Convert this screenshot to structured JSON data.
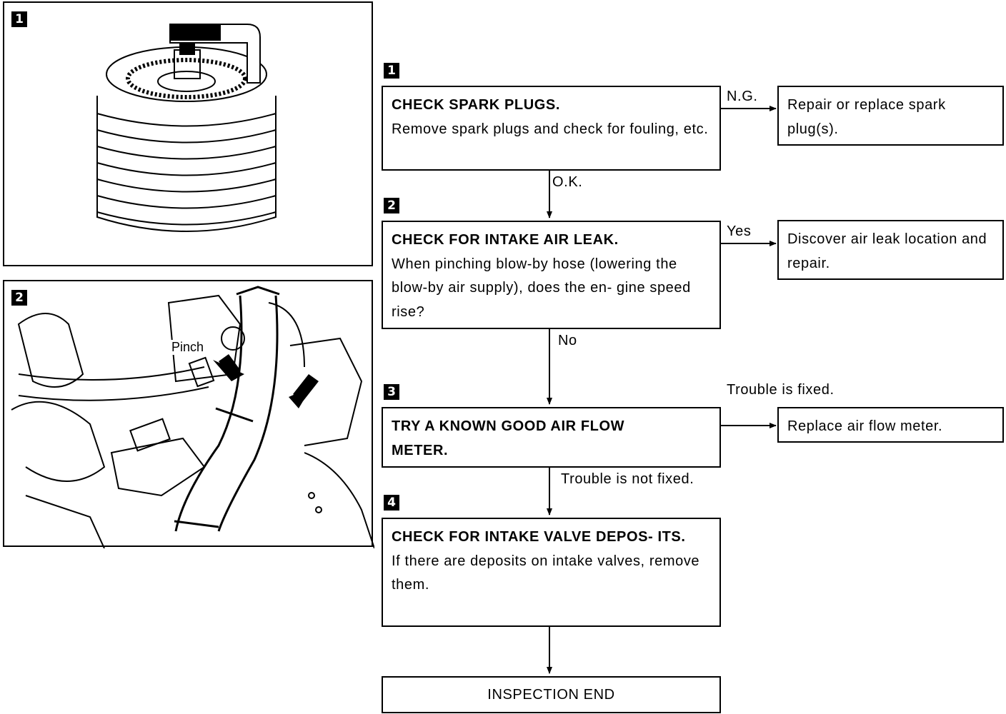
{
  "figures": [
    {
      "number": "1"
    },
    {
      "number": "2",
      "callout": "Pinch"
    }
  ],
  "steps": [
    {
      "number": "1",
      "title": "CHECK SPARK PLUGS.",
      "body": "Remove spark plugs and check for fouling, etc."
    },
    {
      "number": "2",
      "title": "CHECK FOR INTAKE AIR LEAK.",
      "body": "When pinching blow-by hose (lowering the blow-by air supply), does the en- gine speed rise?"
    },
    {
      "number": "3",
      "title": "TRY A KNOWN GOOD AIR FLOW METER.",
      "body": ""
    },
    {
      "number": "4",
      "title": "CHECK FOR INTAKE VALVE DEPOS- ITS.",
      "body": "If there are deposits on intake valves, remove them."
    }
  ],
  "outcomes": [
    {
      "condition": "N.G.",
      "action": "Repair or replace spark plug(s)."
    },
    {
      "condition": "Yes",
      "action": "Discover air leak location and repair."
    },
    {
      "condition": "Trouble is fixed.",
      "action": "Replace air flow meter."
    }
  ],
  "transitions": [
    "O.K.",
    "No",
    "Trouble is not fixed."
  ],
  "end_label": "INSPECTION END"
}
